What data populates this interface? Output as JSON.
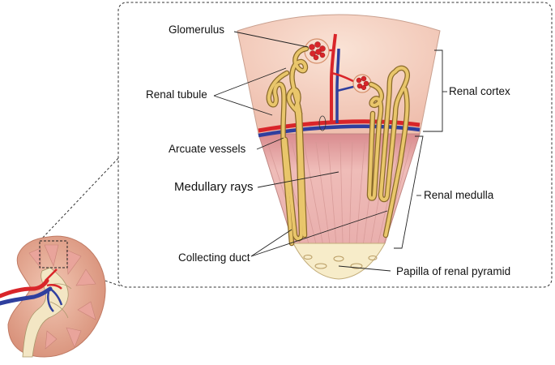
{
  "labels": {
    "glomerulus": "Glomerulus",
    "renal_tubule": "Renal tubule",
    "arcuate_vessels": "Arcuate vessels",
    "medullary_rays": "Medullary rays",
    "collecting_duct": "Collecting duct",
    "renal_cortex": "Renal cortex",
    "renal_medulla": "Renal medulla",
    "papilla": "Papilla of renal pyramid"
  },
  "colors": {
    "cortex": "#f6d2c2",
    "medulla": "#eab0ae",
    "papilla": "#f7ecc9",
    "artery": "#d9252a",
    "vein": "#2f3f9e",
    "tubule": "#e9c66b",
    "tubule_outline": "#8a6a2a",
    "kidney_outer": "#e8a68c",
    "leader_line": "#222222"
  }
}
